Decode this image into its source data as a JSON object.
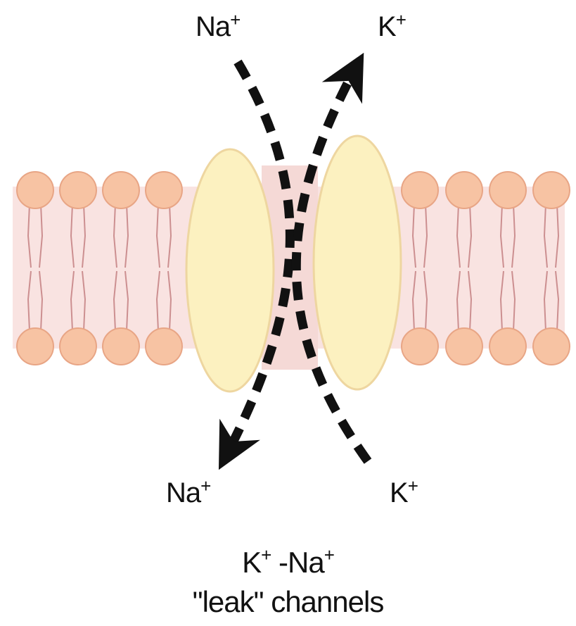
{
  "labels": {
    "top_left": {
      "symbol": "Na",
      "charge": "+"
    },
    "top_right": {
      "symbol": "K",
      "charge": "+"
    },
    "bottom_left": {
      "symbol": "Na",
      "charge": "+"
    },
    "bottom_right": {
      "symbol": "K",
      "charge": "+"
    }
  },
  "caption": {
    "ion1": "K",
    "ion1_charge": "+",
    "separator": " -",
    "ion2": "Na",
    "ion2_charge": "+",
    "line2": "\"leak\" channels"
  },
  "colors": {
    "membrane_band": "#f9e3e1",
    "lipid_head_fill": "#f7c3a3",
    "lipid_head_stroke": "#e8a585",
    "lipid_tail": "#cc8f90",
    "channel_fill": "#fcf1c0",
    "channel_stroke": "#eed6a0",
    "arrow": "#111111"
  },
  "icons": {
    "arrow_na": "dashed-arrow-down-left",
    "arrow_k": "dashed-arrow-up-right"
  }
}
